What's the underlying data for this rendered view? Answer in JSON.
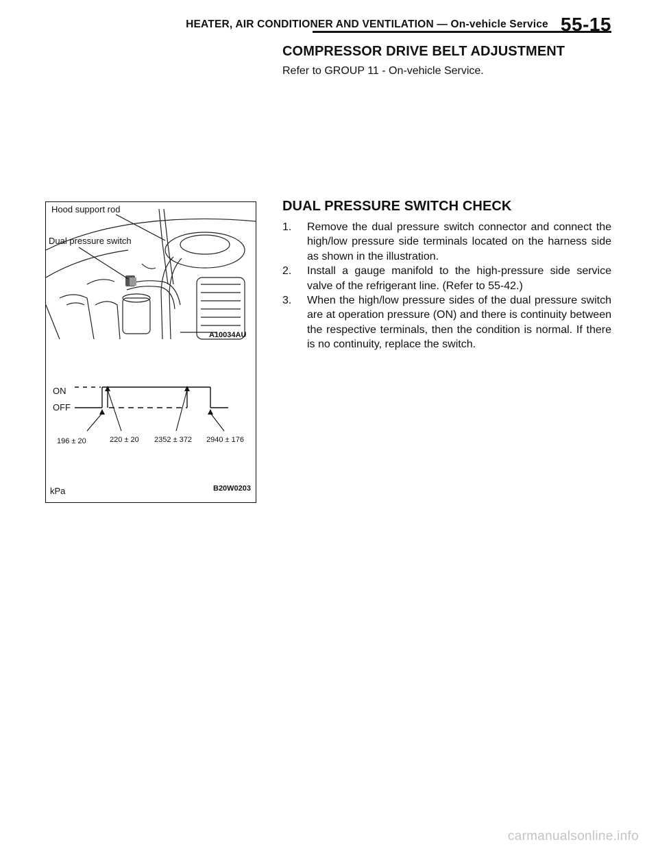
{
  "header": {
    "title": "HEATER, AIR CONDITIONER AND VENTILATION — On-vehicle Service",
    "page": "55-15"
  },
  "section1": {
    "heading": "COMPRESSOR DRIVE BELT ADJUSTMENT",
    "text": "Refer to GROUP 11 - On-vehicle Service."
  },
  "section2": {
    "heading": "DUAL PRESSURE SWITCH CHECK",
    "steps": [
      {
        "num": "1.",
        "text": "Remove the dual pressure switch connector and connect the high/low pressure side terminals located on the harness side as shown in the illustration."
      },
      {
        "num": "2.",
        "text": "Install a gauge manifold to the high-pressure side service valve of the refrigerant line. (Refer to 55-42.)"
      },
      {
        "num": "3.",
        "text": "When the high/low pressure sides of the dual pressure switch are at operation pressure (ON) and there is continuity between the respective terminals, then the condition is normal. If there is no continuity, replace the switch."
      }
    ]
  },
  "figure": {
    "label_hood": "Hood support rod",
    "label_switch": "Dual pressure switch",
    "photo_code": "A10034AU",
    "on_label": "ON",
    "off_label": "OFF",
    "pressures": [
      "196 ± 20",
      "220 ± 20",
      "2352 ± 372",
      "2940 ± 176"
    ],
    "unit": "kPa",
    "figure_code": "B20W0203"
  },
  "footer": {
    "watermark": "carmanualsonline.info"
  }
}
